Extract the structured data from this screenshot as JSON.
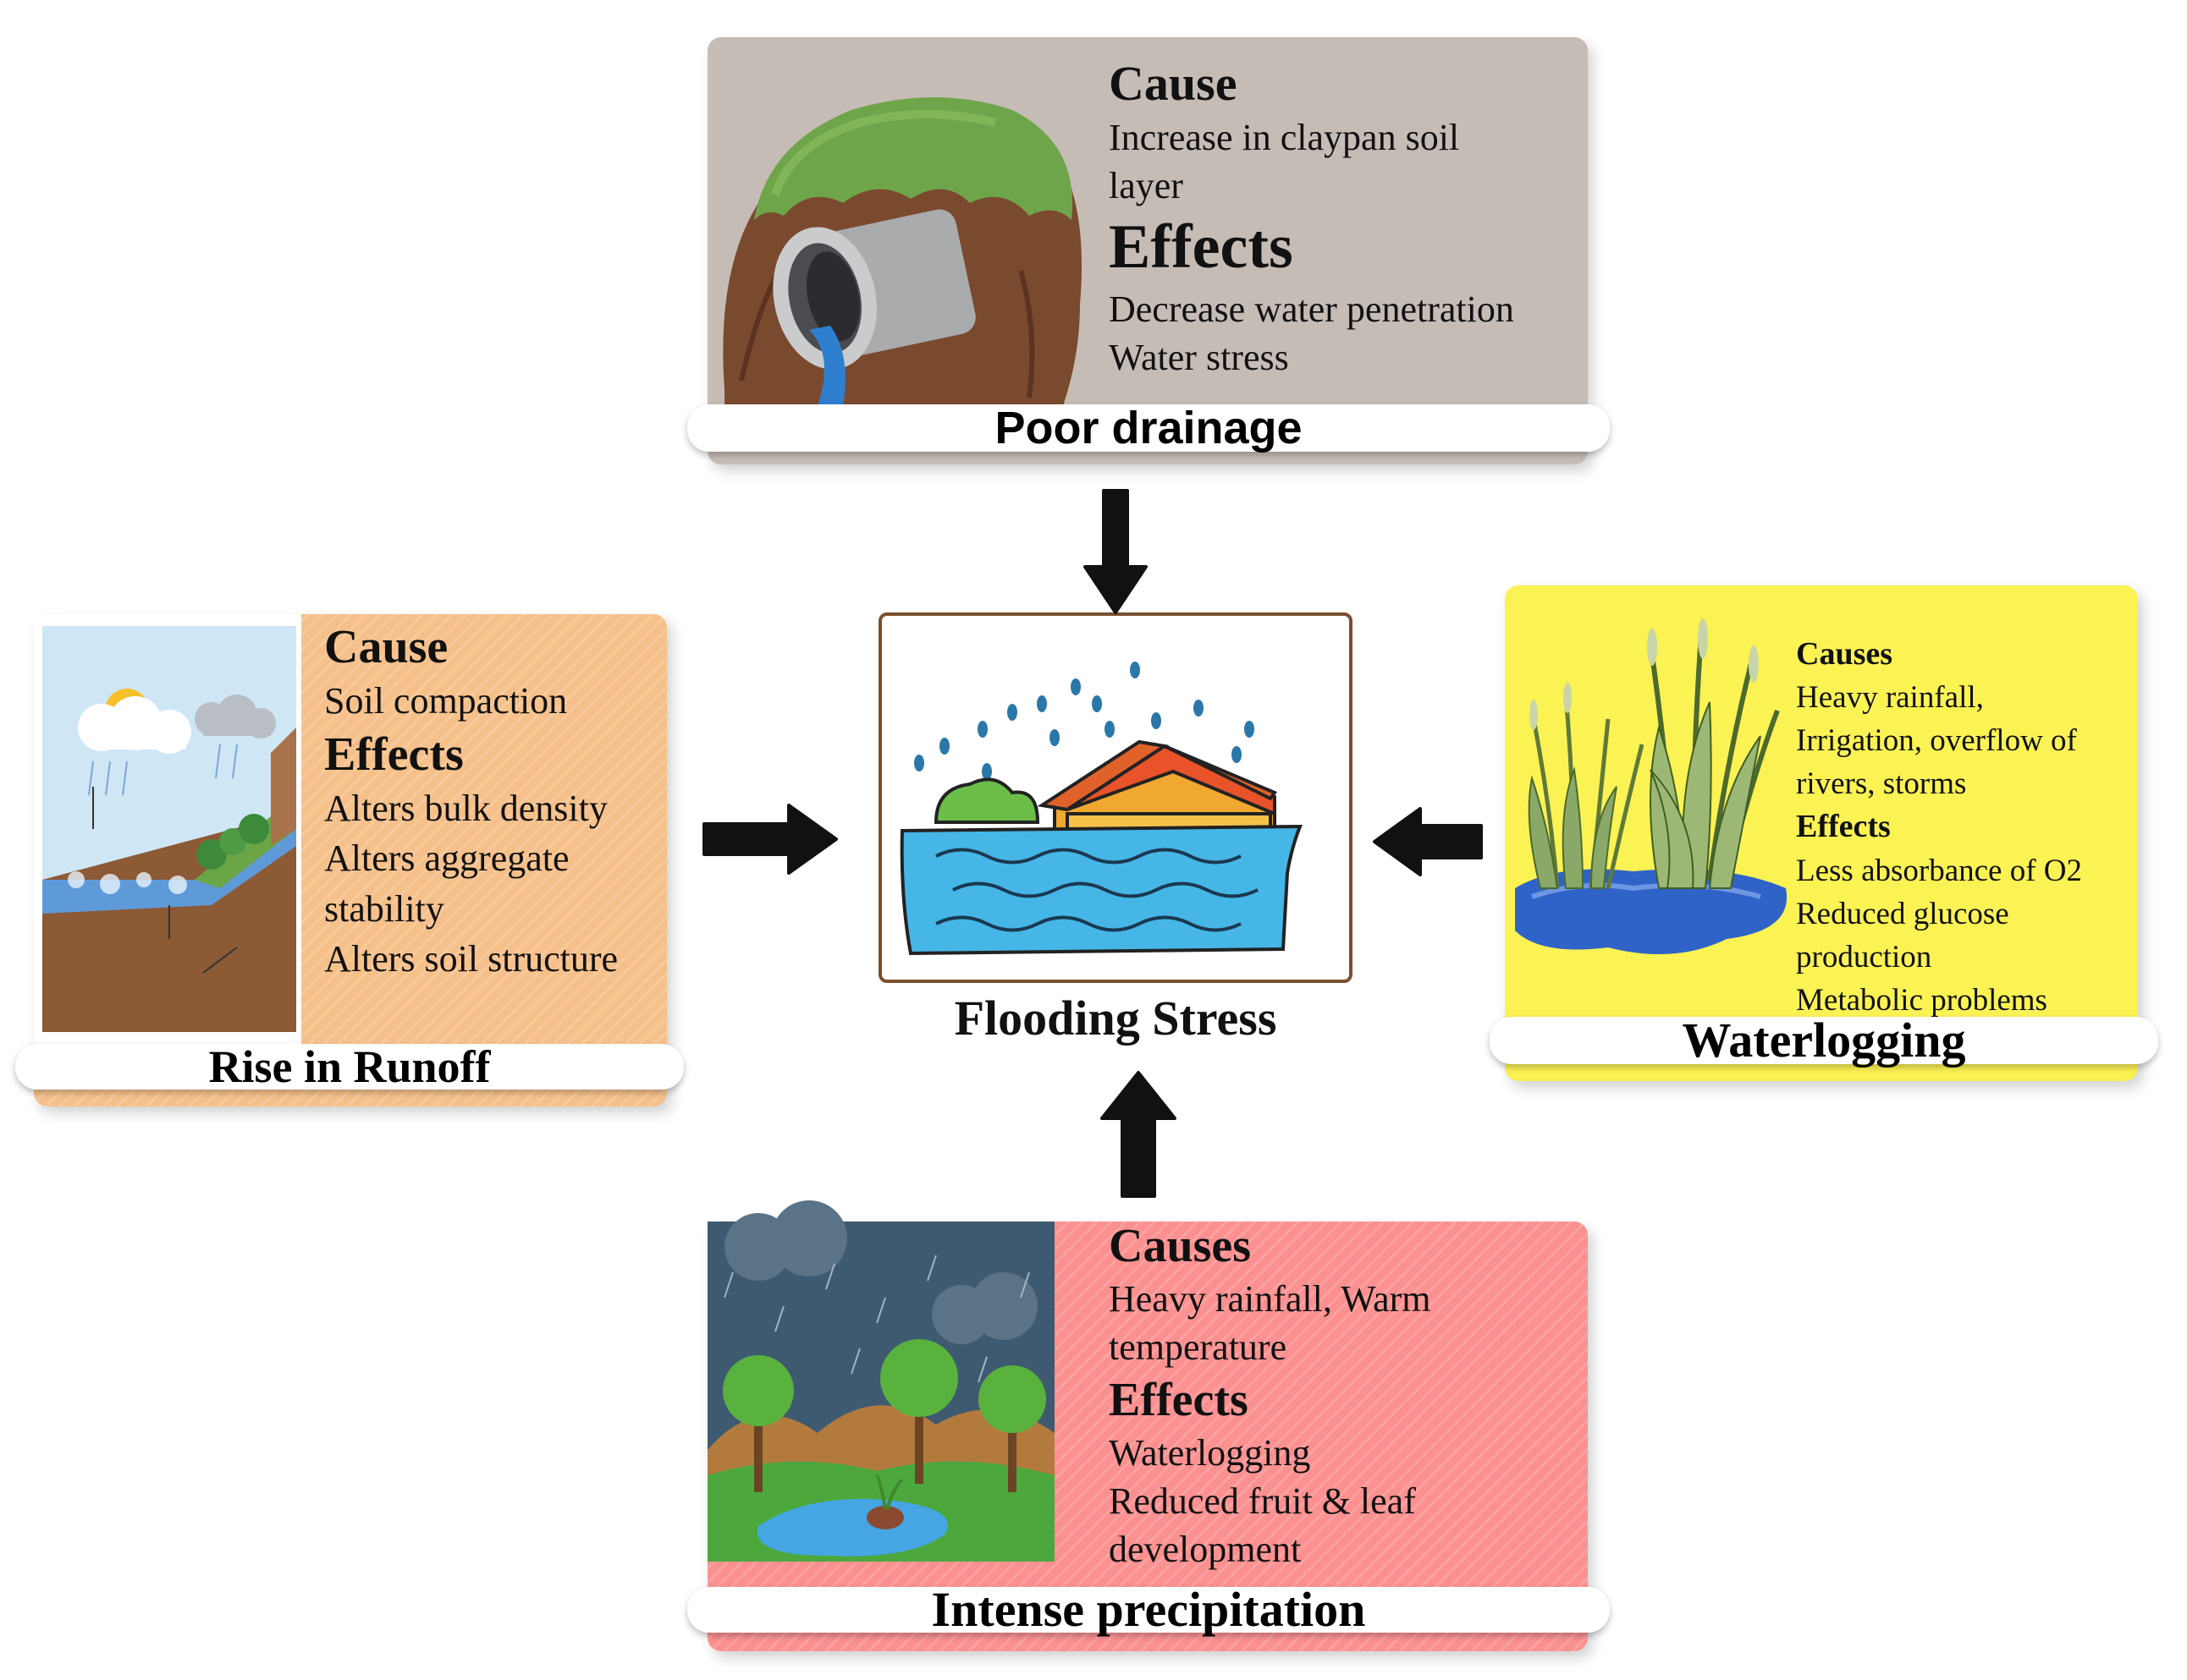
{
  "center": {
    "title": "Flooding Stress"
  },
  "top": {
    "label": "Poor drainage",
    "cause_heading": "Cause",
    "cause_lines": [
      "Increase in claypan soil",
      "layer"
    ],
    "effects_heading": "Effects",
    "effects_lines": [
      "Decrease water penetration",
      "Water stress"
    ],
    "color": "#c6bcb6"
  },
  "left": {
    "label": "Rise in Runoff",
    "cause_heading": "Cause",
    "cause_lines": [
      "Soil compaction"
    ],
    "effects_heading": "Effects",
    "effects_lines": [
      "Alters bulk density",
      "Alters aggregate",
      "stability",
      "Alters soil structure"
    ],
    "color": "#f6c08a"
  },
  "right": {
    "label": "Waterlogging",
    "cause_heading": "Causes",
    "cause_lines": [
      "Heavy rainfall,",
      "Irrigation, overflow of",
      "rivers, storms"
    ],
    "effects_heading": "Effects",
    "effects_lines": [
      "Less absorbance of O2",
      "Reduced glucose",
      "production",
      "Metabolic problems"
    ],
    "color": "#fbf254"
  },
  "bottom": {
    "label": "Intense precipitation",
    "cause_heading": "Causes",
    "cause_lines": [
      "Heavy rainfall, Warm",
      "temperature"
    ],
    "effects_heading": "Effects",
    "effects_lines": [
      "Waterlogging",
      "Reduced fruit & leaf",
      "development"
    ],
    "color": "#fb9090"
  }
}
